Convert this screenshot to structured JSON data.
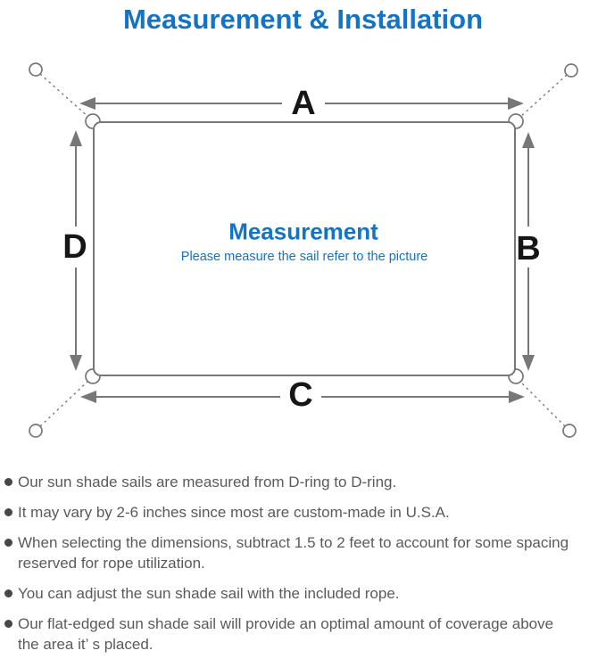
{
  "title": "Measurement & Installation",
  "diagram": {
    "center_title": "Measurement",
    "center_subtitle": "Please measure the sail refer to the picture",
    "labels": {
      "top": "A",
      "right": "B",
      "bottom": "C",
      "left": "D"
    }
  },
  "bullets": [
    [
      "Our sun shade sails are measured from D-ring to D-ring."
    ],
    [
      "It may vary by 2-6 inches since most are custom-made in U.S.A."
    ],
    [
      "When selecting the dimensions, subtract 1.5 to 2 feet to account for some spacing",
      "reserved for rope utilization."
    ],
    [
      "You can adjust the sun shade sail with the included rope."
    ],
    [
      "Our flat-edged sun shade sail will provide an optimal amount of coverage above",
      "the area it’ s placed."
    ]
  ],
  "colors": {
    "accent_blue": "#1373c4",
    "line_gray": "#777777",
    "label_black": "#161616",
    "text_gray": "#5a5a5a",
    "dot_gray": "#474747"
  }
}
